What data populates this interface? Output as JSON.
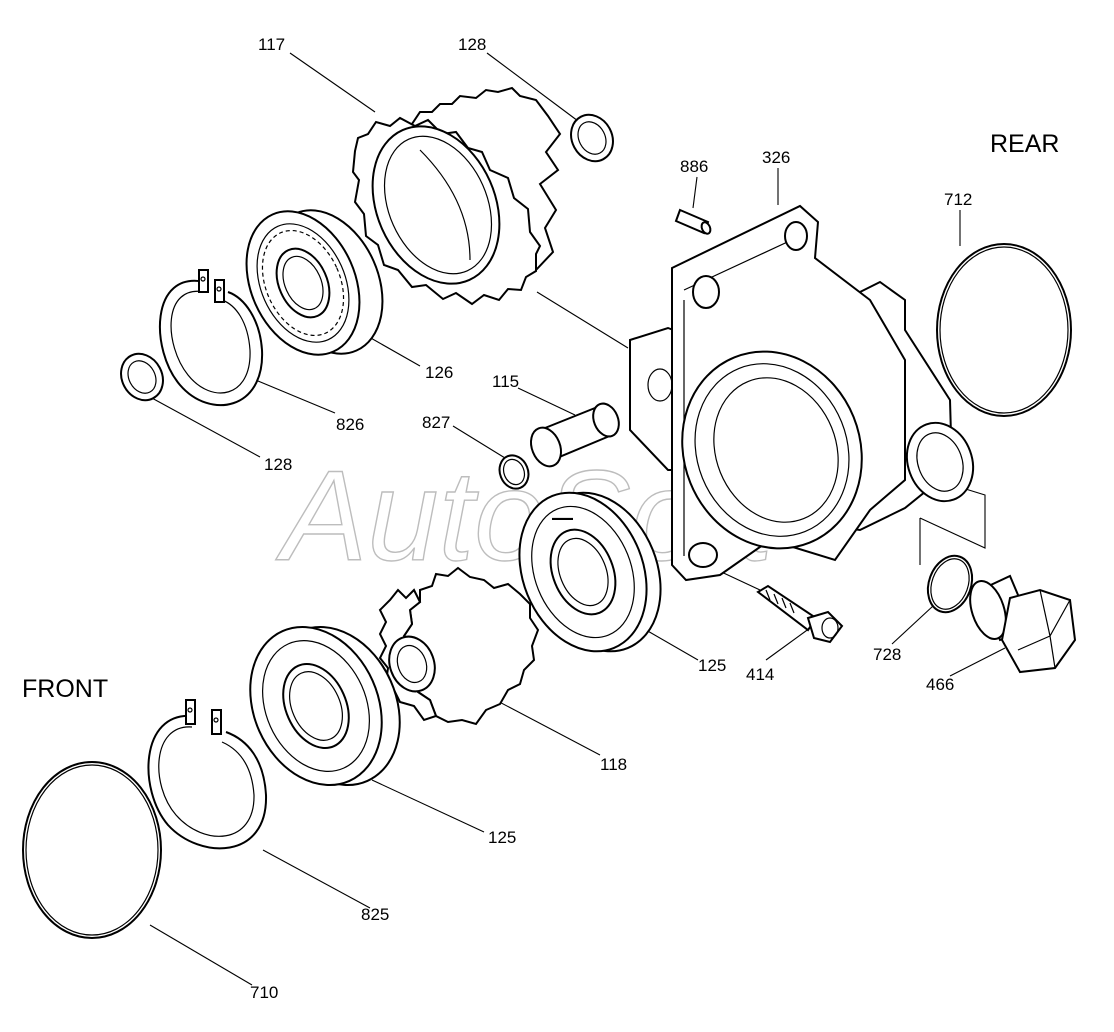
{
  "watermark": "AutoSoft",
  "orientation": {
    "rear": "REAR",
    "front": "FRONT"
  },
  "callouts": {
    "c117": "117",
    "c128_top": "128",
    "c886": "886",
    "c326": "326",
    "c712": "712",
    "c126": "126",
    "c826": "826",
    "c128_left": "128",
    "c115": "115",
    "c827": "827",
    "c125_mid": "125",
    "c414": "414",
    "c728": "728",
    "c466": "466",
    "c118": "118",
    "c125_low": "125",
    "c825": "825",
    "c710": "710"
  }
}
